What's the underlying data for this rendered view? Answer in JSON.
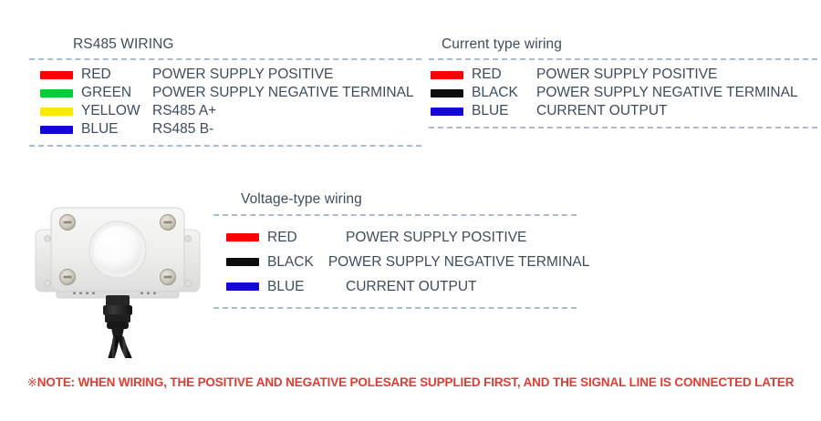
{
  "panels": [
    {
      "id": "rs485",
      "title": "RS485 WIRING",
      "rows": [
        {
          "swatch": "#fb0000",
          "color": "RED",
          "desc": "POWER SUPPLY POSITIVE"
        },
        {
          "swatch": "#0bcb32",
          "color": "GREEN",
          "desc": "POWER SUPPLY NEGATIVE TERMINAL"
        },
        {
          "swatch": "#fbe700",
          "color": "YELLOW",
          "desc": "RS485 A+"
        },
        {
          "swatch": "#1406d8",
          "color": "BLUE",
          "desc": "RS485 B-"
        }
      ]
    },
    {
      "id": "current",
      "title": "Current type wiring",
      "rows": [
        {
          "swatch": "#fb0000",
          "color": "RED",
          "desc": "POWER SUPPLY POSITIVE"
        },
        {
          "swatch": "#0d0d0d",
          "color": "BLACK",
          "desc": "POWER SUPPLY NEGATIVE TERMINAL"
        },
        {
          "swatch": "#1406d8",
          "color": "BLUE",
          "desc": "CURRENT OUTPUT"
        }
      ]
    },
    {
      "id": "voltage",
      "title": "Voltage-type wiring",
      "rows": [
        {
          "swatch": "#fb0000",
          "color": "RED",
          "desc": "POWER SUPPLY POSITIVE"
        },
        {
          "swatch": "#0d0d0d",
          "color": "BLACK",
          "desc": "POWER SUPPLY NEGATIVE TERMINAL"
        },
        {
          "swatch": "#1406d8",
          "color": "BLUE",
          "desc": "CURRENT OUTPUT"
        }
      ]
    }
  ],
  "product": {
    "alt_name": "light-sensor-enclosure-photo",
    "body_color": "#f2f2f0",
    "dome_color": "#fbfbfb",
    "cable_color": "#1a1a1a"
  },
  "footer": {
    "mark": "※",
    "text": "NOTE: WHEN WIRING, THE POSITIVE AND NEGATIVE POLESARE SUPPLIED FIRST, AND THE SIGNAL LINE IS CONNECTED LATER",
    "color": "#e23b32"
  },
  "theme": {
    "dash_color": "#a9bcce",
    "text_color": "#3d4c5c",
    "background": "#ffffff"
  }
}
